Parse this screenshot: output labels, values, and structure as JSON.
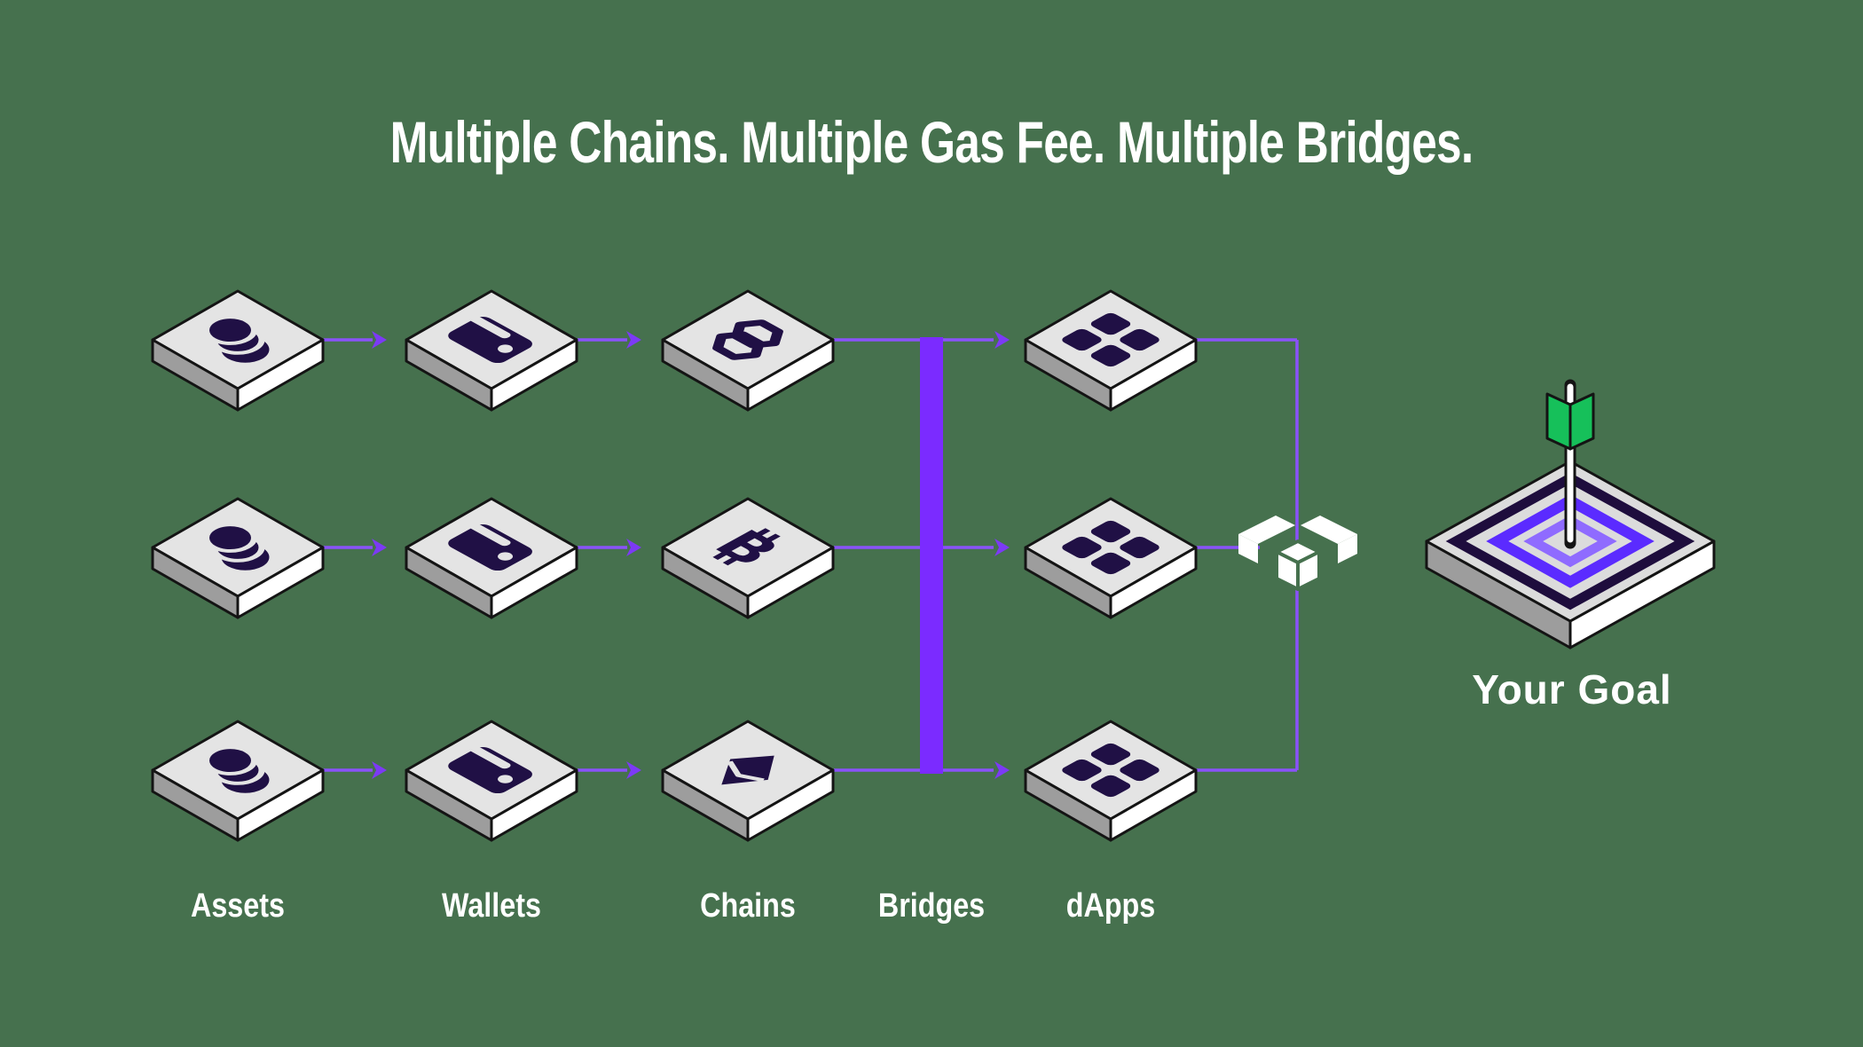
{
  "title": "Multiple Chains. Multiple Gas Fee. Multiple Bridges.",
  "columns": [
    {
      "id": "assets",
      "label": "Assets"
    },
    {
      "id": "wallets",
      "label": "Wallets"
    },
    {
      "id": "chains",
      "label": "Chains"
    },
    {
      "id": "bridges",
      "label": "Bridges"
    },
    {
      "id": "dapps",
      "label": "dApps"
    }
  ],
  "grid": {
    "rows": 3,
    "nodes_per_row": [
      "coins-icon",
      "wallet-icon",
      "chain-icon",
      "app-grid-icon"
    ],
    "chain_icons_by_row": [
      "polygon-icon",
      "bitcoin-icon",
      "ethereum-icon"
    ]
  },
  "bridge": {
    "shape": "thick-vertical-bar",
    "connects": "all chains to all dApps"
  },
  "aggregator": {
    "icon": "package-cube-icon"
  },
  "goal": {
    "label": "Your Goal",
    "icon": "dart-target-icon"
  },
  "colors": {
    "background": "#46714E",
    "text": "#FFFFFF",
    "tile_top": "#E4E4E4",
    "tile_side_dark": "#9D9D9D",
    "tile_side_light": "#FFFFFF",
    "tile_outline": "#141414",
    "icon_dark_navy": "#201045",
    "line_purple": "#8A52FA",
    "bridge_bar_purple": "#7B2BFF",
    "arrowhead_purple": "#7C3AF5",
    "target_navy": "#1E0D3D",
    "target_violet": "#5B2BFF",
    "target_light_violet": "#8F6BFF",
    "fletching_green": "#16C05A"
  }
}
